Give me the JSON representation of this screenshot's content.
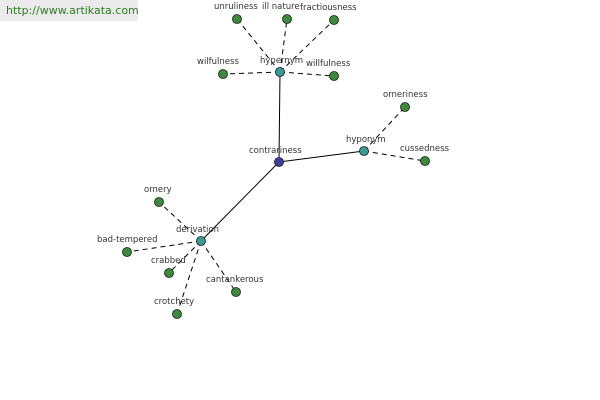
{
  "banner": {
    "url": "http://www.artikata.com"
  },
  "colors": {
    "center": "#3d3f9e",
    "relation": "#3a9b94",
    "leaf": "#3d8a3d",
    "edge": "#000000",
    "label": "#333333"
  },
  "graph": {
    "center": {
      "id": "contrariness",
      "label": "contrariness"
    },
    "relations": [
      {
        "id": "hypernym",
        "label": "hypernym"
      },
      {
        "id": "hyponym",
        "label": "hyponym"
      },
      {
        "id": "derivation",
        "label": "derivation"
      }
    ],
    "leaves": [
      {
        "id": "unruliness",
        "label": "unruliness",
        "parent": "hypernym"
      },
      {
        "id": "ill-nature",
        "label": "ill nature",
        "parent": "hypernym"
      },
      {
        "id": "fractiousness",
        "label": "fractiousness",
        "parent": "hypernym"
      },
      {
        "id": "wilfulness",
        "label": "wilfulness",
        "parent": "hypernym"
      },
      {
        "id": "willfulness",
        "label": "willfulness",
        "parent": "hypernym"
      },
      {
        "id": "orneriness",
        "label": "orneriness",
        "parent": "hyponym"
      },
      {
        "id": "cussedness",
        "label": "cussedness",
        "parent": "hyponym"
      },
      {
        "id": "ornery",
        "label": "ornery",
        "parent": "derivation"
      },
      {
        "id": "bad-tempered",
        "label": "bad-tempered",
        "parent": "derivation"
      },
      {
        "id": "crabbed",
        "label": "crabbed",
        "parent": "derivation"
      },
      {
        "id": "cantankerous",
        "label": "cantankerous",
        "parent": "derivation"
      },
      {
        "id": "crotchety",
        "label": "crotchety",
        "parent": "derivation"
      }
    ]
  }
}
